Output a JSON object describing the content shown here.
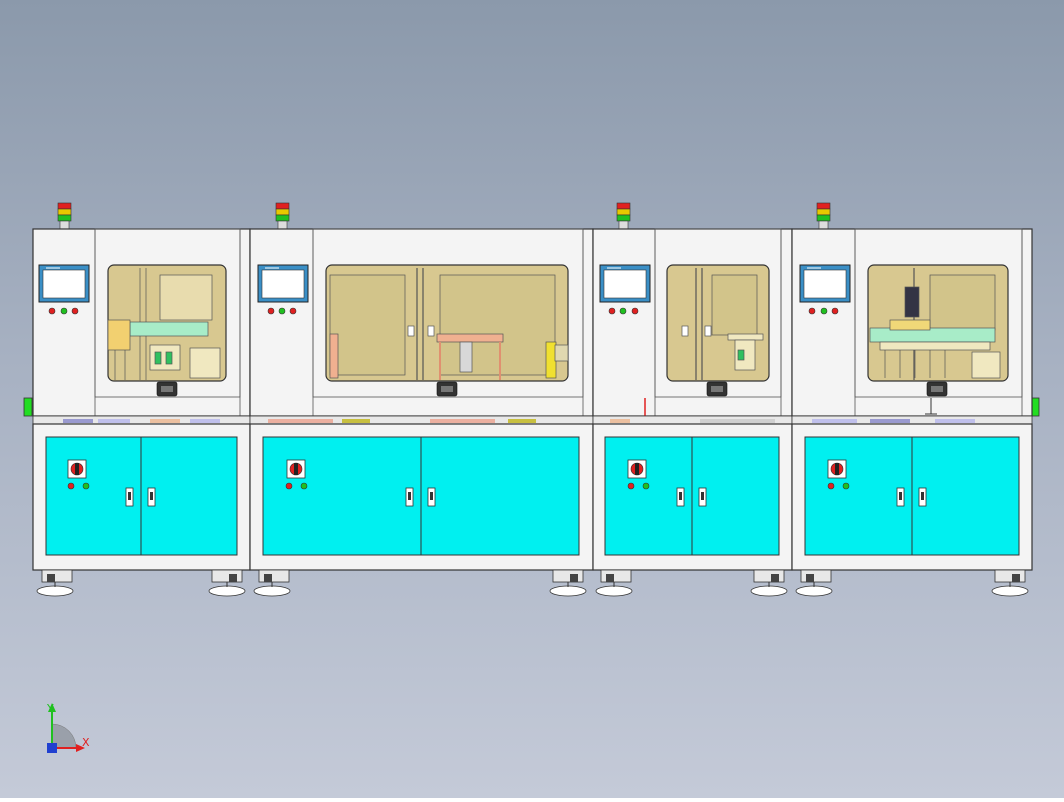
{
  "viewport": {
    "background_top": "#8b99ab",
    "background_bottom": "#c4cad8"
  },
  "triad": {
    "y_label": "Y",
    "x_label": "X",
    "y_color": "#20c020",
    "x_color": "#e02020",
    "z_color": "#2040d0"
  },
  "colors": {
    "cabinet_door": "#00f0f0",
    "window_fill": "#d8c890",
    "frame": "#f4f4f4",
    "hmi_bezel": "#3a8fc6",
    "side_light": "#22dd22"
  },
  "modules": [
    {
      "id": "module-1",
      "icon": "signal-tower-icon"
    },
    {
      "id": "module-2",
      "icon": "signal-tower-icon"
    },
    {
      "id": "module-3",
      "icon": "signal-tower-icon"
    },
    {
      "id": "module-4",
      "icon": "signal-tower-icon"
    }
  ]
}
